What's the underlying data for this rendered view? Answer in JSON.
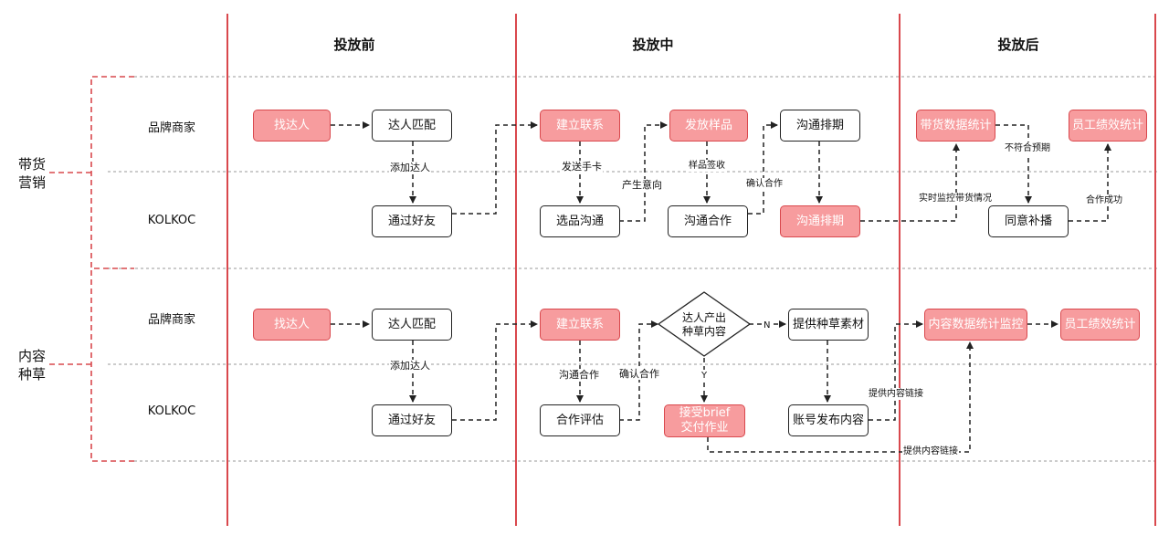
{
  "phases": [
    "投放前",
    "投放中",
    "投放后"
  ],
  "groups": [
    {
      "label": [
        "带货",
        "营销"
      ]
    },
    {
      "label": [
        "内容",
        "种草"
      ]
    }
  ],
  "rows": [
    "品牌商家",
    "KOLKOC",
    "品牌商家",
    "KOLKOC"
  ],
  "nodes": {
    "g1_find": "找达人",
    "g1_match": "达人匹配",
    "g1_friend": "通过好友",
    "g1_contact": "建立联系",
    "g1_pick": "选品沟通",
    "g1_sample": "发放样品",
    "g1_coop": "沟通合作",
    "g1_sched_brand": "沟通排期",
    "g1_sched_kol": "沟通排期",
    "g1_stats": "带货数据统计",
    "g1_agree": "同意补播",
    "g1_perf": "员工绩效统计",
    "g2_find": "找达人",
    "g2_match": "达人匹配",
    "g2_friend": "通过好友",
    "g2_contact": "建立联系",
    "g2_eval": "合作评估",
    "g2_material": "提供种草素材",
    "g2_publish": "账号发布内容",
    "g2_brief": [
      "接受brief",
      "交付作业"
    ],
    "g2_monitor": "内容数据统计监控",
    "g2_perf": "员工绩效统计"
  },
  "decision": [
    "达人产出",
    "种草内容"
  ],
  "edge_labels": {
    "g1_add_friend": "添加达人",
    "g1_send_card": "发送手卡",
    "g1_interest": "产生意向",
    "g1_receive": "样品签收",
    "g1_confirm": "确认合作",
    "g1_realtime": "实时监控带货情况",
    "g1_below": "不符合预期",
    "g1_success": "合作成功",
    "g2_add_friend": "添加达人",
    "g2_talk": "沟通合作",
    "g2_confirm": "确认合作",
    "g2_no": "N",
    "g2_yes": "Y",
    "g2_link1": "提供内容链接",
    "g2_link2": "提供内容链接"
  },
  "colors": {
    "accent_red": "#d9484d",
    "highlight_fill": "#f79c9e",
    "grid_gray": "#9a9a9a",
    "edge_dark": "#222222"
  }
}
